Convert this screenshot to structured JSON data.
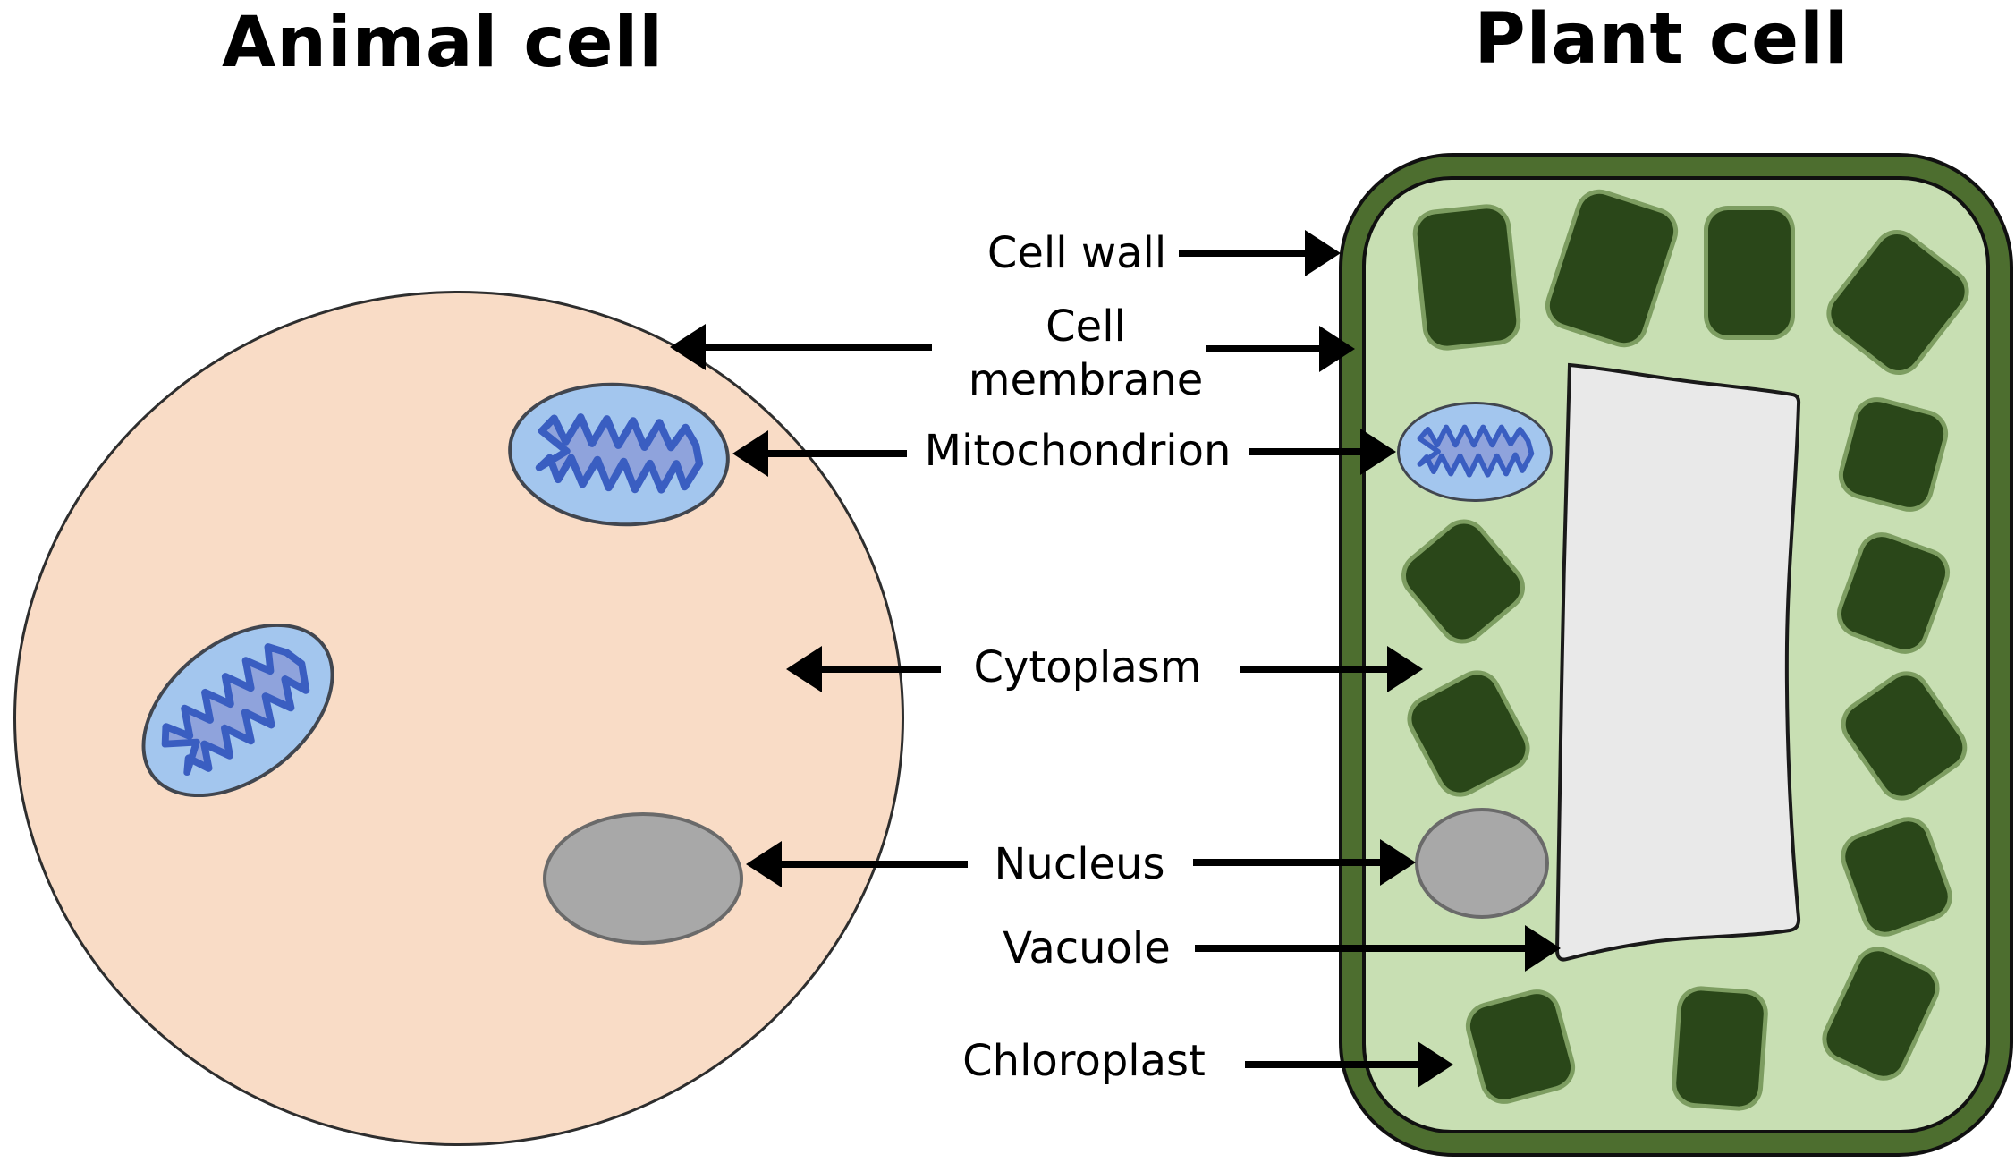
{
  "titles": {
    "animal": "Animal cell",
    "plant": "Plant cell"
  },
  "labels": {
    "cell_wall": "Cell wall",
    "cell_membrane": "Cell membrane",
    "mitochondrion": "Mitochondrion",
    "cytoplasm": "Cytoplasm",
    "nucleus": "Nucleus",
    "vacuole": "Vacuole",
    "chloroplast": "Chloroplast"
  },
  "colors": {
    "background": "#ffffff",
    "text": "#000000",
    "arrow": "#000000",
    "animal_cytoplasm": "#f9dcc6",
    "animal_outline": "#2e2e2e",
    "mitochondrion_fill": "#a3c6ee",
    "mitochondrion_outline": "#41464f",
    "cristae_fill": "#8fa3dc",
    "cristae_outline": "#3a5ec1",
    "nucleus_fill": "#a8a8a8",
    "nucleus_outline": "#6a6a6a",
    "cell_wall": "#4d6e2f",
    "plant_cytoplasm": "#c8dfb3",
    "chloroplast_fill": "#2a4719",
    "vacuole_fill": "#e9e9e9",
    "vacuole_outline": "#1a1a1a"
  }
}
